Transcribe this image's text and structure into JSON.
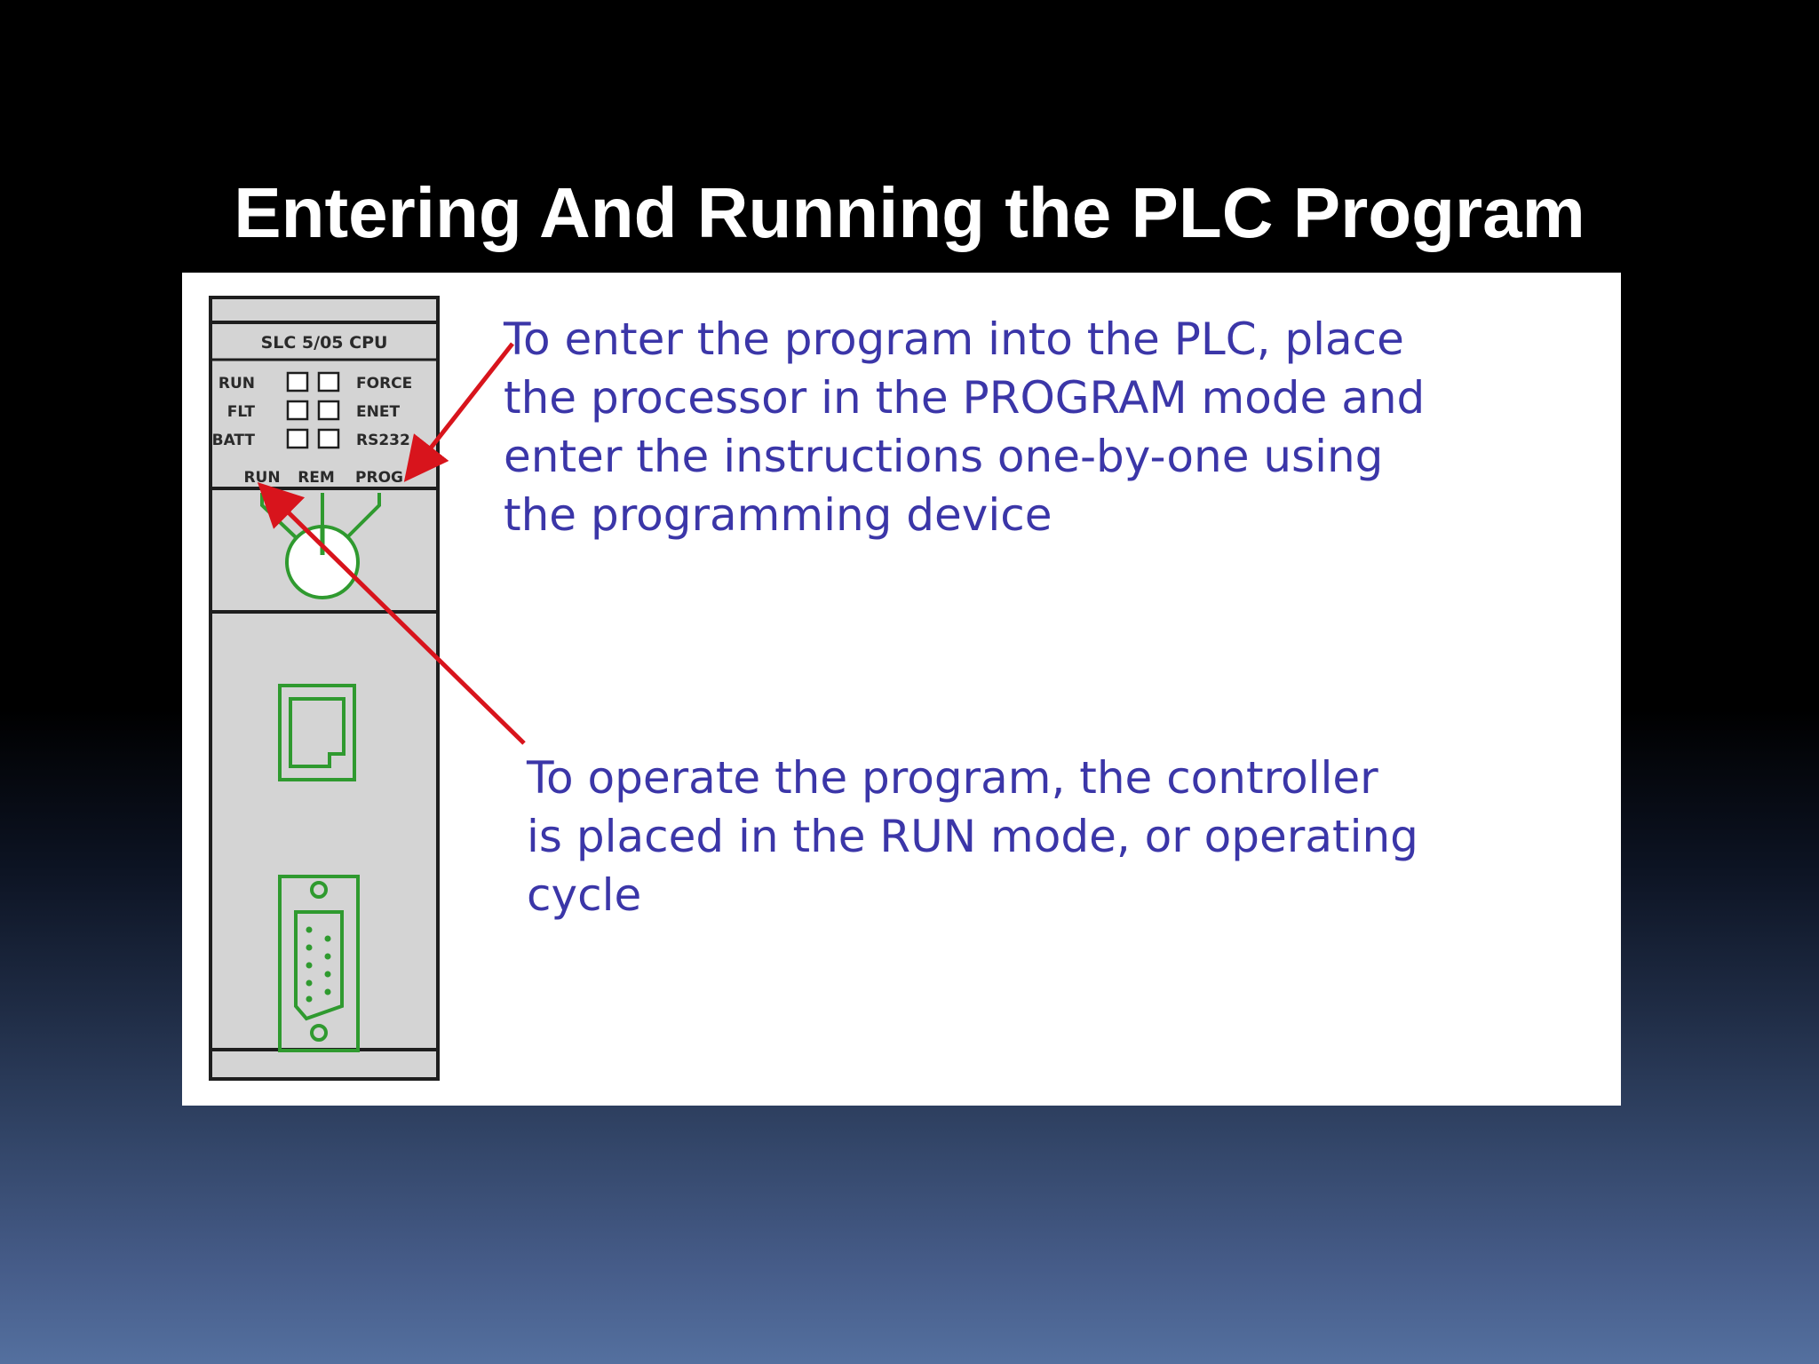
{
  "slide": {
    "title": "Entering And Running the PLC Program"
  },
  "plc_module": {
    "model_label": "SLC 5/05 CPU",
    "status_leds": [
      {
        "left": "RUN",
        "right": "FORCE"
      },
      {
        "left": "FLT",
        "right": "ENET"
      },
      {
        "left": "BATT",
        "right": "RS232"
      }
    ],
    "keyswitch_positions": [
      "RUN",
      "REM",
      "PROG"
    ]
  },
  "captions": {
    "enter_program": [
      "To enter the program into the PLC, place",
      "the processor in the PROGRAM mode and",
      "enter the instructions one-by-one using",
      "the programming device"
    ],
    "run_program": [
      "To operate the program, the controller",
      "is placed in the RUN mode, or operating",
      "cycle"
    ]
  },
  "colors": {
    "title": "#ffffff",
    "caption_text": "#3b36a8",
    "arrow": "#d8141c",
    "port_outline": "#2f9a2f",
    "module_body": "#d4d4d4"
  }
}
